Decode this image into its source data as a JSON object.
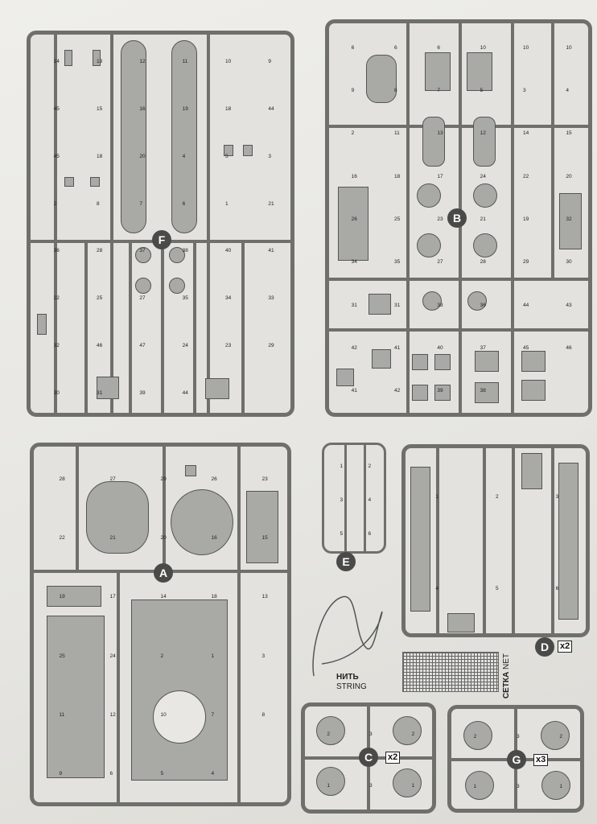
{
  "sheet": {
    "title": ""
  },
  "sprues": [
    {
      "letter": "F"
    },
    {
      "letter": "B"
    },
    {
      "letter": "A"
    },
    {
      "letter": "E"
    },
    {
      "letter": "D",
      "multiplier": "x2"
    },
    {
      "letter": "C",
      "multiplier": "x2"
    },
    {
      "letter": "G",
      "multiplier": "x3"
    }
  ],
  "labels": {
    "string_ru": "НИТЬ",
    "string_en": "STRING",
    "net_ru": "СЕТКА",
    "net_en": "NET"
  },
  "part_numbers": {
    "F": [
      "14",
      "13",
      "12",
      "11",
      "10",
      "9",
      "45",
      "15",
      "16",
      "19",
      "18",
      "44",
      "45",
      "18",
      "20",
      "4",
      "5",
      "3",
      "2",
      "8",
      "7",
      "6",
      "1",
      "21",
      "36",
      "28",
      "37",
      "38",
      "40",
      "41",
      "22",
      "25",
      "27",
      "35",
      "34",
      "33",
      "32",
      "46",
      "47",
      "24",
      "23",
      "29",
      "30",
      "31",
      "39",
      "44"
    ],
    "B": [
      "6",
      "6",
      "6",
      "10",
      "10",
      "10",
      "9",
      "8",
      "7",
      "5",
      "3",
      "4",
      "2",
      "11",
      "13",
      "12",
      "14",
      "15",
      "16",
      "18",
      "17",
      "24",
      "22",
      "20",
      "26",
      "25",
      "23",
      "21",
      "19",
      "32",
      "34",
      "35",
      "27",
      "28",
      "29",
      "30",
      "31",
      "31",
      "33",
      "36",
      "44",
      "43",
      "42",
      "41",
      "40",
      "37",
      "45",
      "46",
      "41",
      "42",
      "39",
      "38"
    ],
    "A": [
      "28",
      "27",
      "29",
      "26",
      "23",
      "22",
      "21",
      "20",
      "16",
      "15",
      "19",
      "17",
      "14",
      "18",
      "13",
      "25",
      "24",
      "2",
      "1",
      "3",
      "11",
      "12",
      "10",
      "7",
      "8",
      "9",
      "6",
      "5",
      "4"
    ],
    "E": [
      "1",
      "2",
      "3",
      "4",
      "5",
      "6"
    ],
    "D": [
      "1",
      "2",
      "3",
      "4",
      "5",
      "6"
    ],
    "C": [
      "2",
      "3",
      "2",
      "1",
      "3",
      "1"
    ],
    "G": [
      "2",
      "3",
      "2",
      "1",
      "3",
      "1"
    ]
  }
}
